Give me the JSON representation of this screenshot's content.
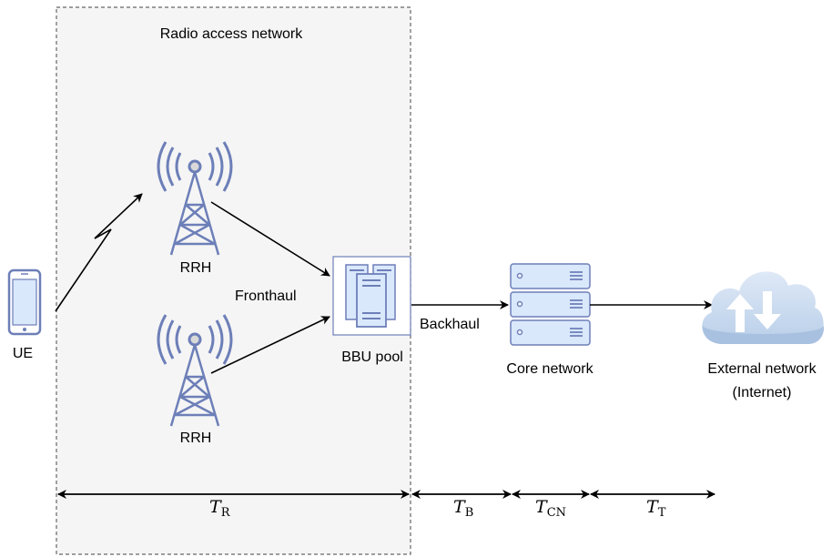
{
  "ran_label": "Radio access network",
  "ue_label": "UE",
  "rrh_top_label": "RRH",
  "rrh_bottom_label": "RRH",
  "fronthaul_label": "Fronthaul",
  "bbu_label": "BBU pool",
  "backhaul_label": "Backhaul",
  "core_label": "Core network",
  "external_label_line1": "External network",
  "external_label_line2": "(Internet)",
  "latency": {
    "r": {
      "main": "T",
      "sub": "R"
    },
    "b": {
      "main": "T",
      "sub": "B"
    },
    "cn": {
      "main": "T",
      "sub": "CN"
    },
    "t": {
      "main": "T",
      "sub": "T"
    }
  },
  "colors": {
    "ran_fill": "#f5f5f5",
    "ran_border": "#666666",
    "icon_blue": "#6d7fb8",
    "icon_light": "#dae8fc",
    "cloud_fill": "#cfe0f5"
  }
}
